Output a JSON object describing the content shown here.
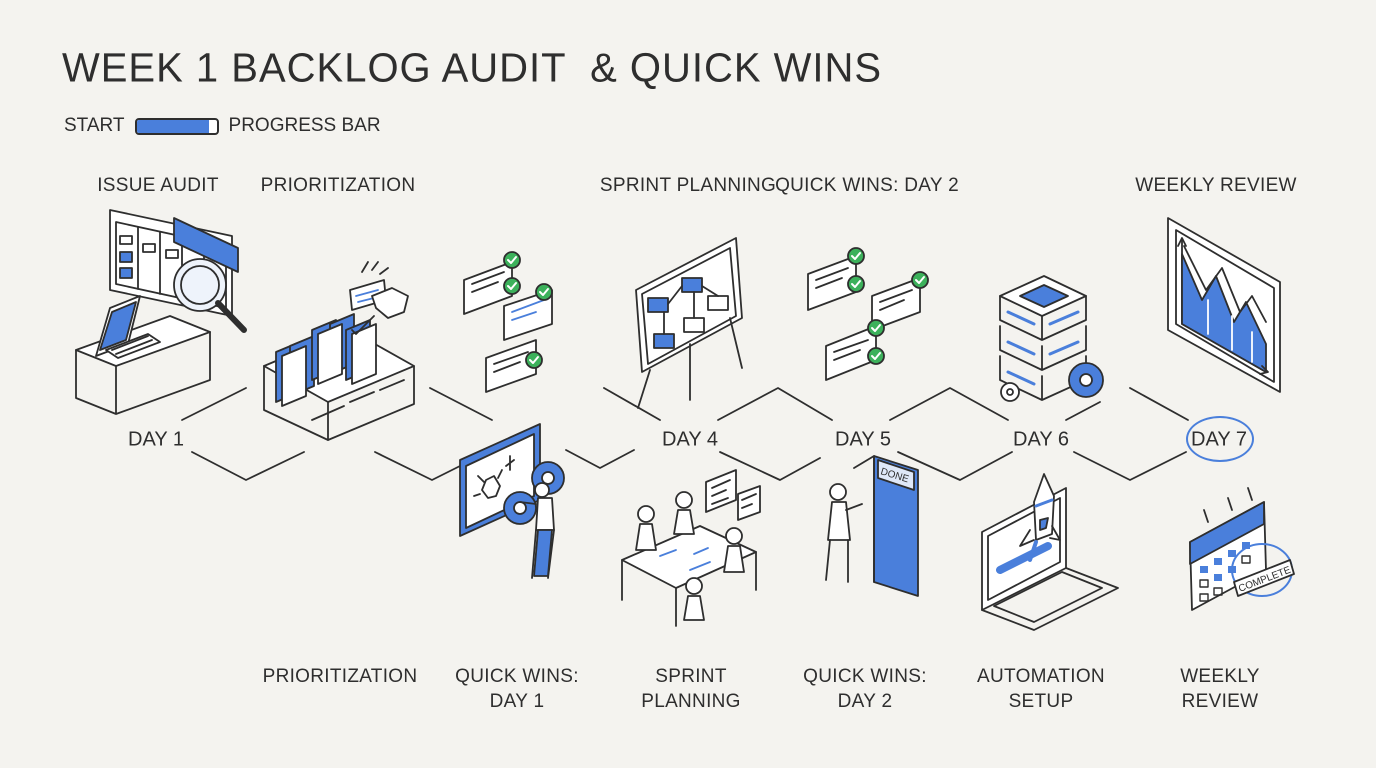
{
  "title": "WEEK 1 BACKLOG AUDIT  & QUICK WINS",
  "progress": {
    "start_label": "START",
    "end_label": "PROGRESS BAR",
    "fill_fraction": 0.9
  },
  "top_labels": [
    "ISSUE AUDIT",
    "PRIORITIZATION",
    "SPRINT PLANNING",
    "QUICK WINS: DAY 2",
    "WEEKLY REVIEW"
  ],
  "days": [
    "DAY 1",
    "DAY 4",
    "DAY 5",
    "DAY 6",
    "DAY 7"
  ],
  "bottom_labels": [
    {
      "line1": "PRIORITIZATION",
      "line2": ""
    },
    {
      "line1": "QUICK WINS:",
      "line2": "DAY 1"
    },
    {
      "line1": "SPRINT",
      "line2": "PLANNING"
    },
    {
      "line1": "QUICK WINS:",
      "line2": "DAY 2"
    },
    {
      "line1": "AUTOMATION",
      "line2": "SETUP"
    },
    {
      "line1": "WEEKLY",
      "line2": "REVIEW"
    }
  ],
  "illustration_text": {
    "done_door": "DONE",
    "complete_stamp": "COMPLETE"
  },
  "colors": {
    "accent": "#4a7fdb",
    "ink": "#2e2e2e",
    "check": "#3cb15b",
    "background": "#f4f3ef"
  }
}
